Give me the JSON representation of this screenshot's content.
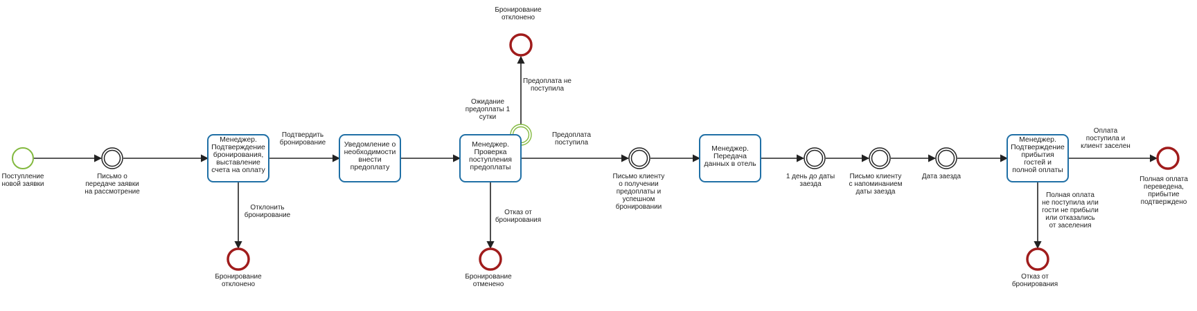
{
  "colors": {
    "start": "#83b93f",
    "end": "#a01c1c",
    "task_stroke": "#1f6fa5",
    "line": "#222222",
    "text": "#222222"
  },
  "events": {
    "start": [
      "Поступление",
      "новой заявки"
    ],
    "send_to_review": [
      "Письмо о",
      "передаче заявки",
      "на рассмотрение"
    ],
    "wait_prepay": [
      "Ожидание",
      "предоплаты 1",
      "сутки"
    ],
    "client_letter": [
      "Письмо клиенту",
      "о получении",
      "предоплаты и",
      "успешном",
      "бронировании"
    ],
    "one_day_before": [
      "1 день до даты",
      "заезда"
    ],
    "reminder_letter": [
      "Письмо клиенту",
      "с напоминанием",
      "даты заезда"
    ],
    "checkin_date": [
      "Дата заезда"
    ],
    "end_rejected_1": [
      "Бронирование",
      "отклонено"
    ],
    "end_rejected_top": [
      "Бронирование",
      "отклонено"
    ],
    "end_cancelled": [
      "Бронирование",
      "отменено"
    ],
    "end_refused": [
      "Отказ от",
      "бронирования"
    ],
    "end_success": [
      "Полная оплата",
      "переведена,",
      "прибытие",
      "подтверждено"
    ]
  },
  "tasks": {
    "confirm_booking": [
      "Менеджер.",
      "Подтверждение",
      "бронирования,",
      "выставление",
      "счета на оплату"
    ],
    "notify_prepay": [
      "Уведомление о",
      "необходимости",
      "внести",
      "предоплату"
    ],
    "check_prepay": [
      "Менеджер.",
      "Проверка",
      "поступления",
      "предоплаты"
    ],
    "transfer_hotel": [
      "Менеджер.",
      "Передача",
      "данных в отель"
    ],
    "confirm_arrival": [
      "Менеджер.",
      "Подтверждение",
      "прибытия",
      "гостей и",
      "полной оплаты"
    ]
  },
  "flows": {
    "confirm": [
      "Подтвердить",
      "бронирование"
    ],
    "reject": [
      "Отклонить",
      "бронирование"
    ],
    "prepay_missing": [
      "Предоплата не",
      "поступила"
    ],
    "prepay_received": [
      "Предоплата",
      "поступила"
    ],
    "refusal": [
      "Отказ от",
      "бронирования"
    ],
    "paid_settled": [
      "Оплата",
      "поступила и",
      "клиент заселен"
    ],
    "no_full_pay": [
      "Полная оплата",
      "не поступила или",
      "гости не прибыли",
      "или отказались",
      "от заселения"
    ]
  }
}
